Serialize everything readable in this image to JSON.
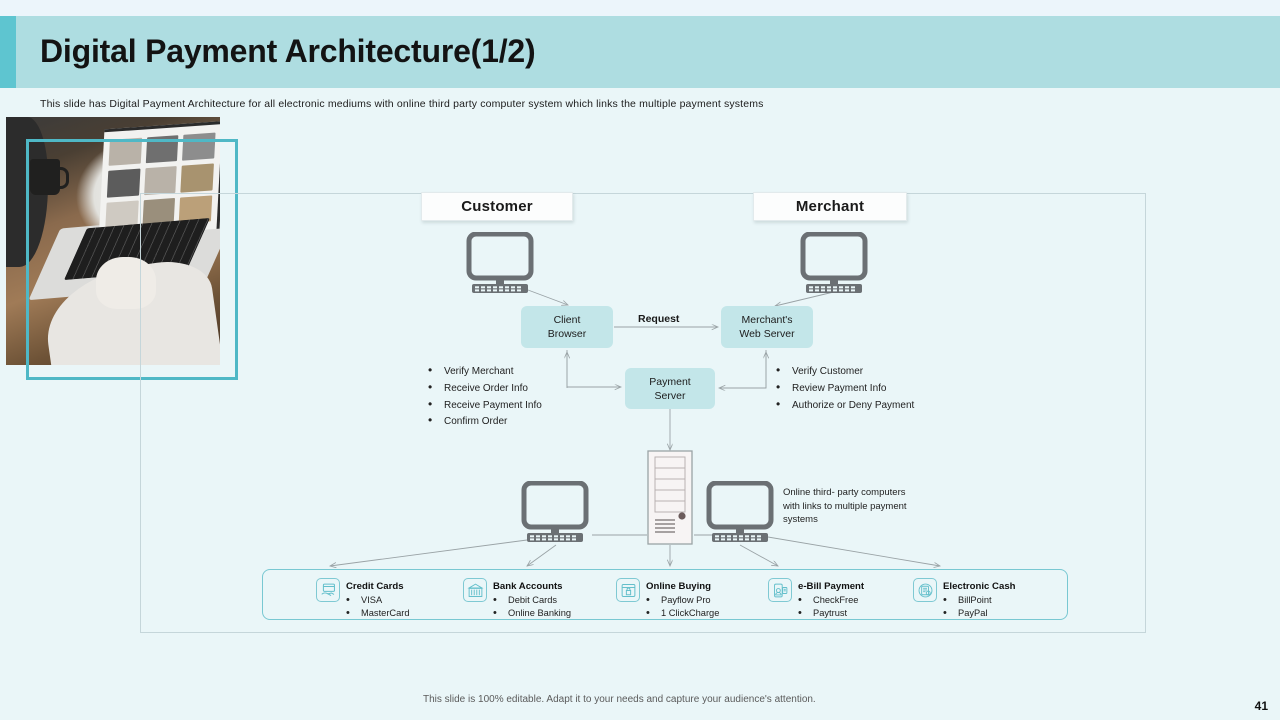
{
  "slide": {
    "title": "Digital Payment Architecture(1/2)",
    "subtitle": "This slide has Digital Payment Architecture for all electronic mediums with online third party computer system which links the multiple payment systems",
    "footer_note": "This slide is 100% editable. Adapt it to your needs and capture your audience's attention.",
    "page_number": "41"
  },
  "colors": {
    "header_band": "#aedde1",
    "accent": "#5ec5d0",
    "background": "#eaf6f8",
    "node_fill": "#c3e6e9",
    "icon_gray": "#6b7074",
    "frame_border": "#c5d6da"
  },
  "diagram": {
    "lanes": [
      {
        "label": "Customer"
      },
      {
        "label": "Merchant"
      }
    ],
    "nodes": {
      "client_browser": {
        "line1": "Client",
        "line2": "Browser"
      },
      "merchant_web_server": {
        "line1": "Merchant's",
        "line2": "Web Server"
      },
      "payment_server": {
        "line1": "Payment",
        "line2": "Server"
      }
    },
    "request_label": "Request",
    "customer_steps": [
      "Verify Merchant",
      "Receive Order Info",
      "Receive Payment Info",
      "Confirm Order"
    ],
    "merchant_steps": [
      "Verify Customer",
      "Review Payment Info",
      "Authorize or Deny Payment"
    ],
    "third_party_note": "Online third- party computers with links to multiple payment systems"
  },
  "payment_methods": [
    {
      "icon": "credit-card-icon",
      "title": "Credit Cards",
      "items": [
        "VISA",
        "MasterCard"
      ]
    },
    {
      "icon": "bank-building-icon",
      "title": "Bank Accounts",
      "items": [
        "Debit Cards",
        "Online Banking"
      ]
    },
    {
      "icon": "online-store-icon",
      "title": "Online Buying",
      "items": [
        "Payflow Pro",
        "1 ClickCharge"
      ]
    },
    {
      "icon": "mobile-bill-icon",
      "title": "e-Bill Payment",
      "items": [
        "CheckFree",
        "Paytrust"
      ]
    },
    {
      "icon": "electronic-cash-icon",
      "title": "Electronic Cash",
      "items": [
        "BillPoint",
        "PayPal"
      ]
    }
  ],
  "photo": {
    "alt": "person-using-laptop-photo"
  }
}
